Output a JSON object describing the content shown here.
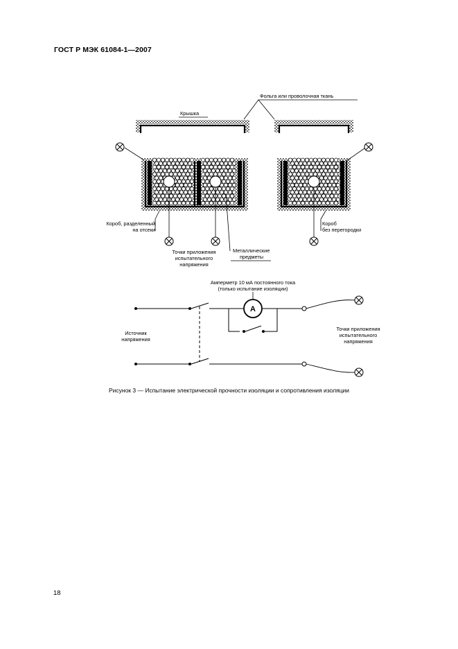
{
  "header": {
    "title": "ГОСТ Р МЭК 61084-1—2007"
  },
  "figure": {
    "labels": {
      "foil": "Фольга или проволочная ткань",
      "lid": "Крышка",
      "box_divided_1": "Короб, разделенный",
      "box_divided_2": "на отсеки",
      "box_plain_1": "Короб",
      "box_plain_2": "без перегородки",
      "test_points_1": "Точки приложения",
      "test_points_2": "испытательного",
      "test_points_3": "напряжения",
      "metal_1": "Металлические",
      "metal_2": "предметы",
      "ammeter_1": "Амперметр 10 мА постоянного тока",
      "ammeter_2": "(только испытание изоляции)",
      "ammeter_symbol": "A",
      "source_1": "Источник",
      "source_2": "напряжения",
      "points_right_1": "Точки приложения",
      "points_right_2": "испытательного",
      "points_right_3": "напряжения"
    },
    "caption": "Рисунок 3 — Испытание электрической прочности изоляции и сопротивления изоляции"
  },
  "page_number": "18"
}
